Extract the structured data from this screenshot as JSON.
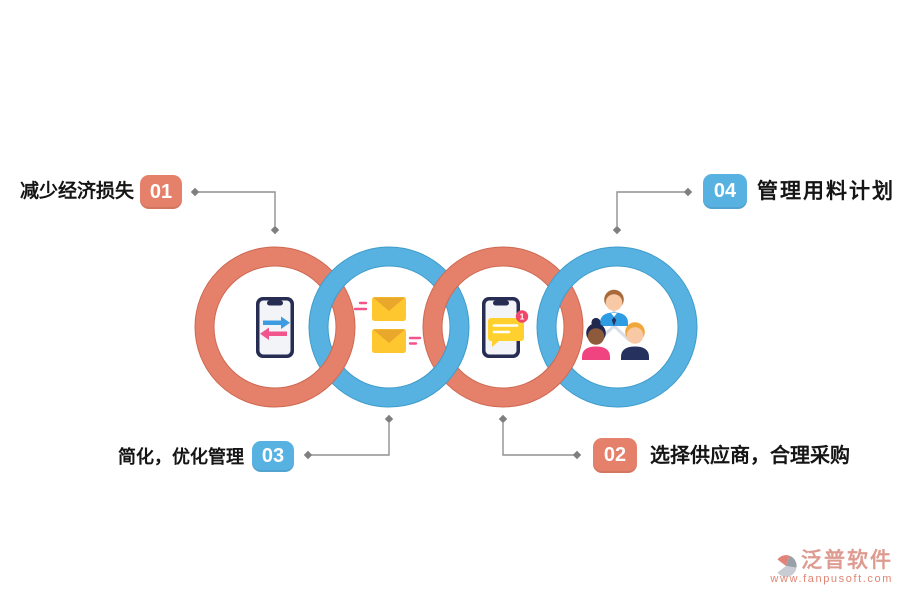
{
  "page": {
    "background": "#ffffff",
    "type": "infographic-interlocked-rings"
  },
  "colors": {
    "coral": "#E5806A",
    "coral_outline": "#CE6952",
    "blue": "#58B2E1",
    "blue_outline": "#3E9CCB",
    "connector_gray": "#909090",
    "label_text": "#151515",
    "badge_text": "#ffffff",
    "envelope_yellow": "#FFC72F",
    "bubble_yellow": "#FFD02E",
    "arrow_pink": "#F2548C",
    "arrow_blue": "#3F9BE0",
    "phone_navy": "#272C52",
    "notification_red": "#F0476B"
  },
  "steps": [
    {
      "number": "01",
      "label": "减少经济损失",
      "color": "coral",
      "position": "top-left"
    },
    {
      "number": "02",
      "label": "选择供应商，合理采购",
      "color": "coral",
      "position": "bottom-right"
    },
    {
      "number": "03",
      "label": "简化，优化管理",
      "color": "blue",
      "position": "bottom-left"
    },
    {
      "number": "04",
      "label": "管理用料计划",
      "color": "blue",
      "position": "top-right"
    }
  ],
  "rings": [
    {
      "order": 1,
      "color": "coral",
      "icon": "phone-transfer-icon"
    },
    {
      "order": 2,
      "color": "blue",
      "icon": "mail-envelopes-icon"
    },
    {
      "order": 3,
      "color": "coral",
      "icon": "phone-chat-icon"
    },
    {
      "order": 4,
      "color": "blue",
      "icon": "team-hierarchy-icon"
    }
  ],
  "chat_badge": "1",
  "watermark": {
    "name": "泛普软件",
    "url": "www.fanpusoft.com"
  }
}
